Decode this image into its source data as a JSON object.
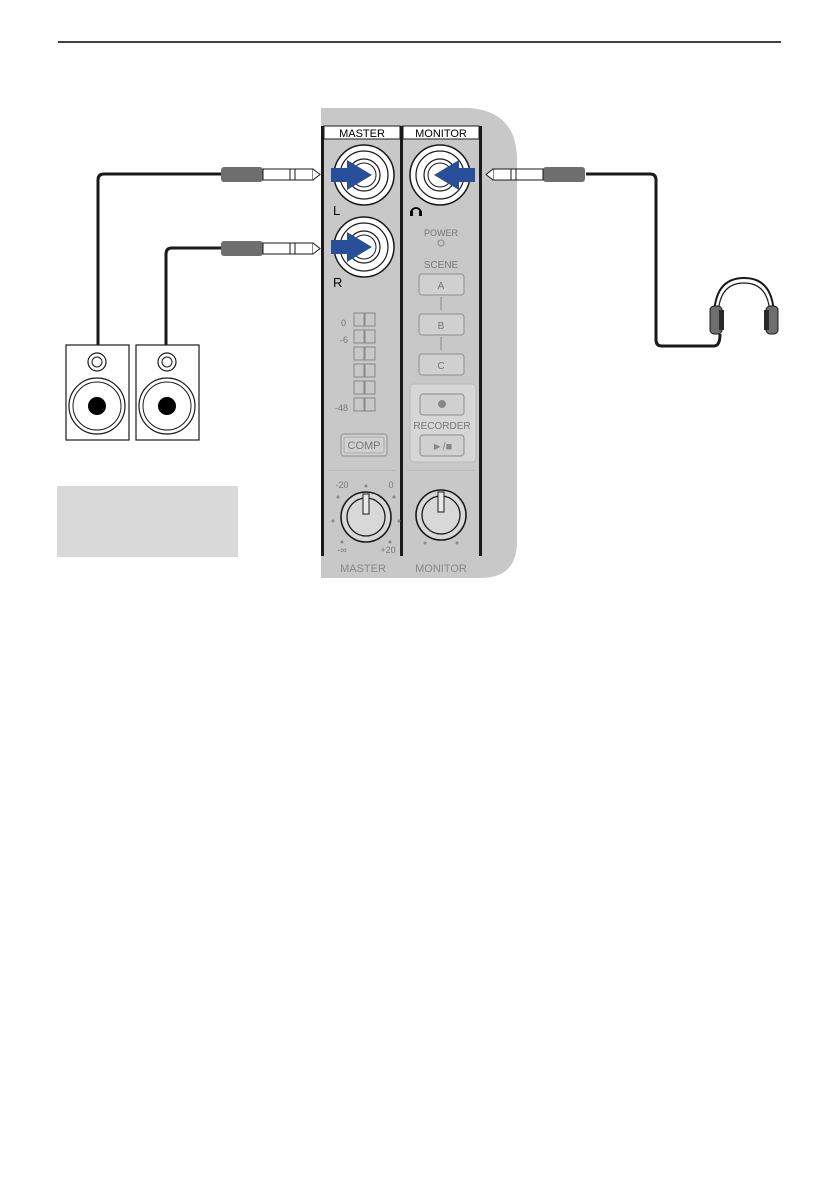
{
  "panel": {
    "master_header": "MASTER",
    "monitor_header": "MONITOR",
    "jack_left_label": "L",
    "jack_right_label": "R",
    "power_label": "POWER",
    "scene_label": "SCENE",
    "scene_buttons": [
      "A",
      "B",
      "C"
    ],
    "meter_labels": [
      "0",
      "-6",
      "-48"
    ],
    "comp_label": "COMP",
    "recorder_label": "RECORDER",
    "play_stop_label": "►/■",
    "master_knob_scale": [
      "-20",
      "0",
      "-∞",
      "+20"
    ],
    "master_footer": "MASTER",
    "monitor_footer": "MONITOR"
  },
  "colors": {
    "panel_fill": "#c8c8c8",
    "panel_fill_light": "#d6d6d6",
    "arrow_blue": "#2a4f9a",
    "plug_gray": "#6e6e6e",
    "cable_black": "#1a1a1a",
    "placeholder_box": "#d9d9d9"
  },
  "icons": [
    "speaker-icon",
    "headphones-icon",
    "headphone-symbol-icon",
    "arrow-right-icon",
    "arrow-left-icon",
    "plug-icon"
  ]
}
